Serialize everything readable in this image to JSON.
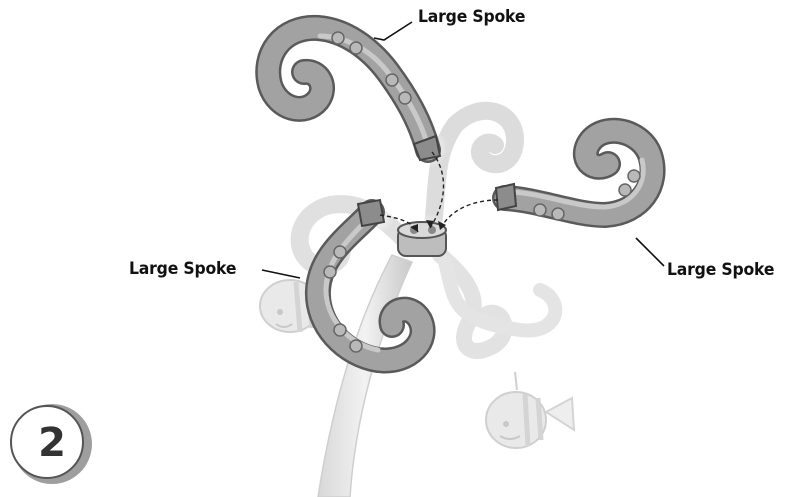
{
  "figure": {
    "labels": {
      "top": "Large Spoke",
      "left": "Large Spoke",
      "right": "Large Spoke"
    },
    "step": "2"
  },
  "colors": {
    "spoke_fill": "#9a9a9a",
    "spoke_shadow": "#6e6e6e",
    "ghost_fill": "#e4e4e4",
    "ghost_stroke": "#cfcfcf",
    "line": "#111111"
  }
}
